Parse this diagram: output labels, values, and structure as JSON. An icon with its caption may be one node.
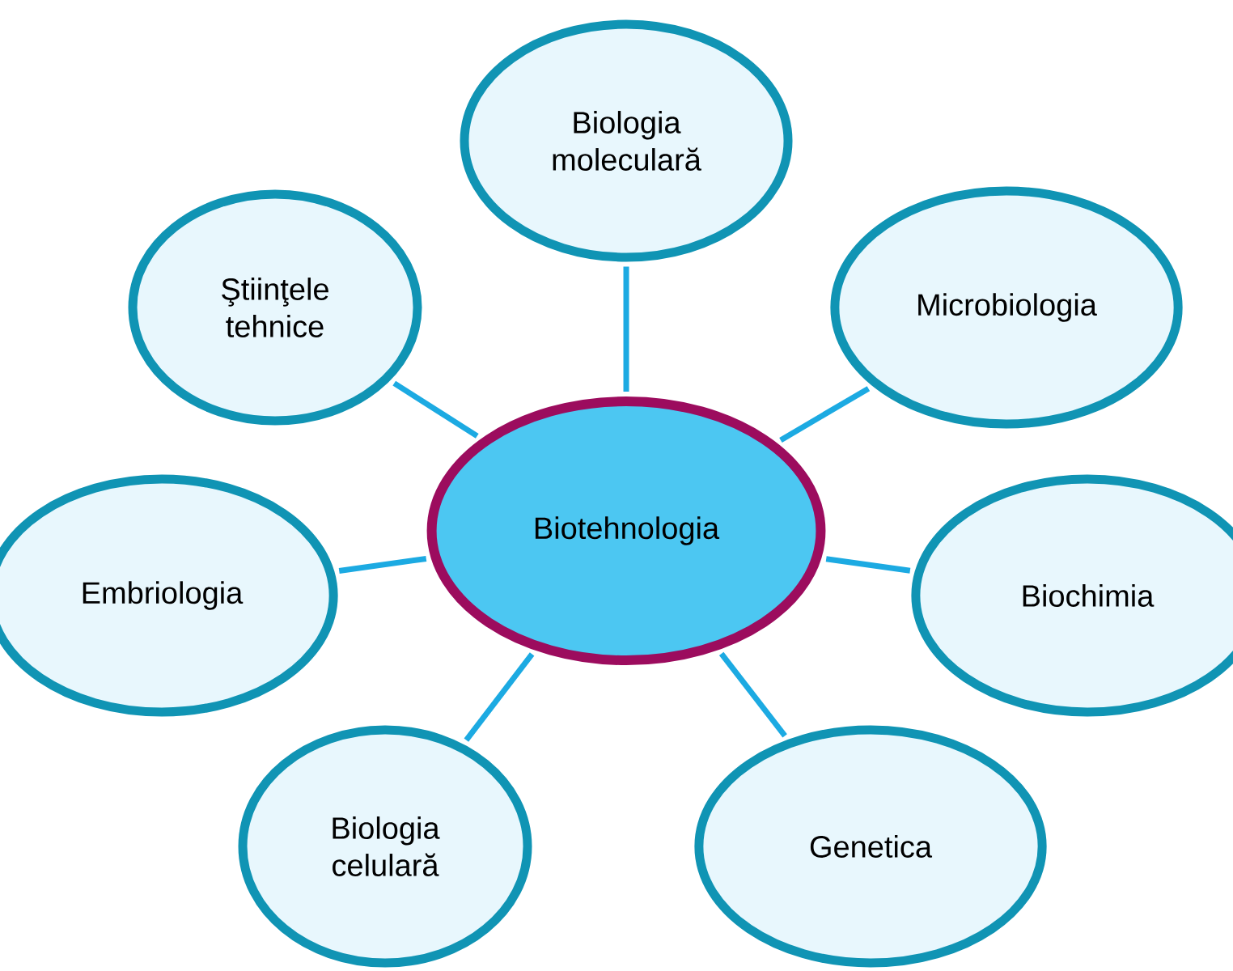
{
  "diagram": {
    "nodes": [
      {
        "text": [
          "Biologia moleculară"
        ]
      },
      {
        "text": [
          "Ştiinţele tehnice"
        ]
      },
      {
        "text": [
          "Microbiologia"
        ]
      },
      {
        "text": [
          "Biotehnologia"
        ]
      },
      {
        "text": [
          "Embriologia"
        ]
      },
      {
        "text": [
          "Biochimia"
        ]
      },
      {
        "text": [
          "Biologia celulară"
        ]
      },
      {
        "text": [
          "Genetica"
        ]
      }
    ],
    "edges": [
      {
        "from": 3,
        "to": 0,
        "arrow": "none"
      },
      {
        "from": 3,
        "to": 1,
        "arrow": "none"
      },
      {
        "from": 3,
        "to": 2,
        "arrow": "none"
      },
      {
        "from": 3,
        "to": 4,
        "arrow": "none"
      },
      {
        "from": 3,
        "to": 5,
        "arrow": "none"
      },
      {
        "from": 3,
        "to": 6,
        "arrow": "none"
      },
      {
        "from": 3,
        "to": 7,
        "arrow": "none"
      }
    ]
  }
}
